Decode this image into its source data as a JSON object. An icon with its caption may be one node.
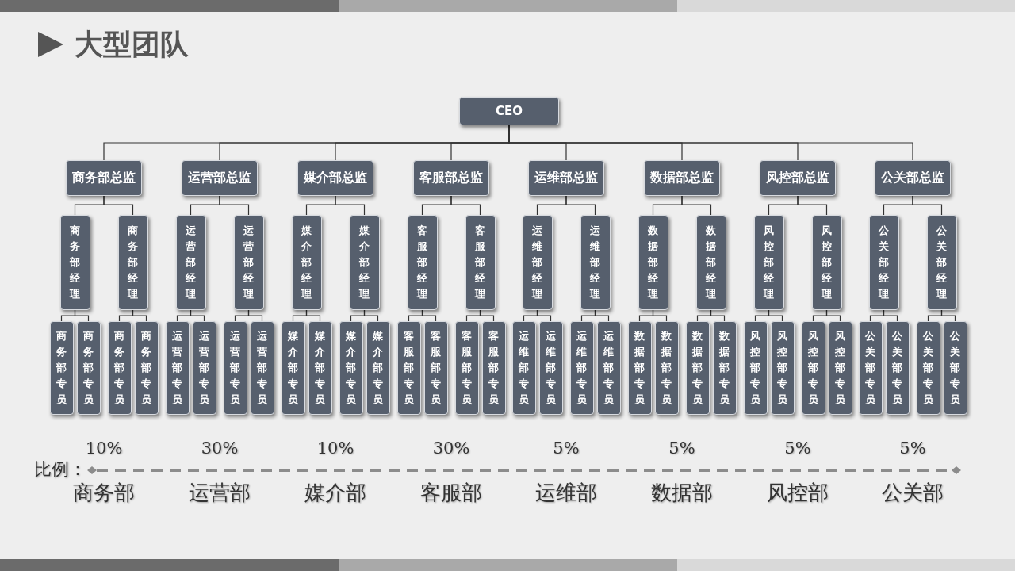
{
  "diagram": {
    "title": "大型团队",
    "nodes": [
      {
        "text": [
          "CEO"
        ]
      },
      {
        "text": [
          "商务部总监"
        ]
      },
      {
        "text": [
          "运营部总监"
        ]
      },
      {
        "text": [
          "媒介部总监"
        ]
      },
      {
        "text": [
          "客服部总监"
        ]
      },
      {
        "text": [
          "运维部总监"
        ]
      },
      {
        "text": [
          "数据部总监"
        ]
      },
      {
        "text": [
          "风控部总监"
        ]
      },
      {
        "text": [
          "公关部总监"
        ]
      },
      {
        "text": [
          "商务部经理"
        ]
      },
      {
        "text": [
          "商务部经理"
        ]
      },
      {
        "text": [
          "运营部经理"
        ]
      },
      {
        "text": [
          "运营部经理"
        ]
      },
      {
        "text": [
          "媒介部经理"
        ]
      },
      {
        "text": [
          "媒介部经理"
        ]
      },
      {
        "text": [
          "客服部经理"
        ]
      },
      {
        "text": [
          "客服部经理"
        ]
      },
      {
        "text": [
          "运维部经理"
        ]
      },
      {
        "text": [
          "运维部经理"
        ]
      },
      {
        "text": [
          "数据部经理"
        ]
      },
      {
        "text": [
          "数据部经理"
        ]
      },
      {
        "text": [
          "风控部经理"
        ]
      },
      {
        "text": [
          "风控部经理"
        ]
      },
      {
        "text": [
          "公关部经理"
        ]
      },
      {
        "text": [
          "公关部经理"
        ]
      },
      {
        "text": [
          "商务部专员"
        ]
      },
      {
        "text": [
          "商务部专员"
        ]
      },
      {
        "text": [
          "商务部专员"
        ]
      },
      {
        "text": [
          "商务部专员"
        ]
      },
      {
        "text": [
          "运营部专员"
        ]
      },
      {
        "text": [
          "运营部专员"
        ]
      },
      {
        "text": [
          "运营部专员"
        ]
      },
      {
        "text": [
          "运营部专员"
        ]
      },
      {
        "text": [
          "媒介部专员"
        ]
      },
      {
        "text": [
          "媒介部专员"
        ]
      },
      {
        "text": [
          "媒介部专员"
        ]
      },
      {
        "text": [
          "媒介部专员"
        ]
      },
      {
        "text": [
          "客服部专员"
        ]
      },
      {
        "text": [
          "客服部专员"
        ]
      },
      {
        "text": [
          "客服部专员"
        ]
      },
      {
        "text": [
          "客服部专员"
        ]
      },
      {
        "text": [
          "运维部专员"
        ]
      },
      {
        "text": [
          "运维部专员"
        ]
      },
      {
        "text": [
          "运维部专员"
        ]
      },
      {
        "text": [
          "运维部专员"
        ]
      },
      {
        "text": [
          "数据部专员"
        ]
      },
      {
        "text": [
          "数据部专员"
        ]
      },
      {
        "text": [
          "数据部专员"
        ]
      },
      {
        "text": [
          "数据部专员"
        ]
      },
      {
        "text": [
          "风控部专员"
        ]
      },
      {
        "text": [
          "风控部专员"
        ]
      },
      {
        "text": [
          "风控部专员"
        ]
      },
      {
        "text": [
          "风控部专员"
        ]
      },
      {
        "text": [
          "公关部专员"
        ]
      },
      {
        "text": [
          "公关部专员"
        ]
      },
      {
        "text": [
          "公关部专员"
        ]
      },
      {
        "text": [
          "公关部专员"
        ]
      }
    ],
    "edges": [
      {
        "from": 0,
        "to": 1,
        "arrow": "none"
      },
      {
        "from": 0,
        "to": 2,
        "arrow": "none"
      },
      {
        "from": 0,
        "to": 3,
        "arrow": "none"
      },
      {
        "from": 0,
        "to": 4,
        "arrow": "none"
      },
      {
        "from": 0,
        "to": 5,
        "arrow": "none"
      },
      {
        "from": 0,
        "to": 6,
        "arrow": "none"
      },
      {
        "from": 0,
        "to": 7,
        "arrow": "none"
      },
      {
        "from": 0,
        "to": 8,
        "arrow": "none"
      },
      {
        "from": 1,
        "to": 9,
        "arrow": "none"
      },
      {
        "from": 1,
        "to": 10,
        "arrow": "none"
      },
      {
        "from": 2,
        "to": 11,
        "arrow": "none"
      },
      {
        "from": 2,
        "to": 12,
        "arrow": "none"
      },
      {
        "from": 3,
        "to": 13,
        "arrow": "none"
      },
      {
        "from": 3,
        "to": 14,
        "arrow": "none"
      },
      {
        "from": 4,
        "to": 15,
        "arrow": "none"
      },
      {
        "from": 4,
        "to": 16,
        "arrow": "none"
      },
      {
        "from": 5,
        "to": 17,
        "arrow": "none"
      },
      {
        "from": 5,
        "to": 18,
        "arrow": "none"
      },
      {
        "from": 6,
        "to": 19,
        "arrow": "none"
      },
      {
        "from": 6,
        "to": 20,
        "arrow": "none"
      },
      {
        "from": 7,
        "to": 21,
        "arrow": "none"
      },
      {
        "from": 7,
        "to": 22,
        "arrow": "none"
      },
      {
        "from": 8,
        "to": 23,
        "arrow": "none"
      },
      {
        "from": 8,
        "to": 24,
        "arrow": "none"
      },
      {
        "from": 9,
        "to": 25,
        "arrow": "none"
      },
      {
        "from": 9,
        "to": 26,
        "arrow": "none"
      },
      {
        "from": 10,
        "to": 27,
        "arrow": "none"
      },
      {
        "from": 10,
        "to": 28,
        "arrow": "none"
      },
      {
        "from": 11,
        "to": 29,
        "arrow": "none"
      },
      {
        "from": 11,
        "to": 30,
        "arrow": "none"
      },
      {
        "from": 12,
        "to": 31,
        "arrow": "none"
      },
      {
        "from": 12,
        "to": 32,
        "arrow": "none"
      },
      {
        "from": 13,
        "to": 33,
        "arrow": "none"
      },
      {
        "from": 13,
        "to": 34,
        "arrow": "none"
      },
      {
        "from": 14,
        "to": 35,
        "arrow": "none"
      },
      {
        "from": 14,
        "to": 36,
        "arrow": "none"
      },
      {
        "from": 15,
        "to": 37,
        "arrow": "none"
      },
      {
        "from": 15,
        "to": 38,
        "arrow": "none"
      },
      {
        "from": 16,
        "to": 39,
        "arrow": "none"
      },
      {
        "from": 16,
        "to": 40,
        "arrow": "none"
      },
      {
        "from": 17,
        "to": 41,
        "arrow": "none"
      },
      {
        "from": 17,
        "to": 42,
        "arrow": "none"
      },
      {
        "from": 18,
        "to": 43,
        "arrow": "none"
      },
      {
        "from": 18,
        "to": 44,
        "arrow": "none"
      },
      {
        "from": 19,
        "to": 45,
        "arrow": "none"
      },
      {
        "from": 19,
        "to": 46,
        "arrow": "none"
      },
      {
        "from": 20,
        "to": 47,
        "arrow": "none"
      },
      {
        "from": 20,
        "to": 48,
        "arrow": "none"
      },
      {
        "from": 21,
        "to": 49,
        "arrow": "none"
      },
      {
        "from": 21,
        "to": 50,
        "arrow": "none"
      },
      {
        "from": 22,
        "to": 51,
        "arrow": "none"
      },
      {
        "from": 22,
        "to": 52,
        "arrow": "none"
      },
      {
        "from": 23,
        "to": 53,
        "arrow": "none"
      },
      {
        "from": 23,
        "to": 54,
        "arrow": "none"
      },
      {
        "from": 24,
        "to": 55,
        "arrow": "none"
      },
      {
        "from": 24,
        "to": 56,
        "arrow": "none"
      }
    ],
    "labels": [
      "10%",
      "30%",
      "10%",
      "30%",
      "5%",
      "5%",
      "5%",
      "5%",
      "比例：",
      "商务部",
      "运营部",
      "媒介部",
      "客服部",
      "运维部",
      "数据部",
      "风控部",
      "公关部"
    ]
  }
}
